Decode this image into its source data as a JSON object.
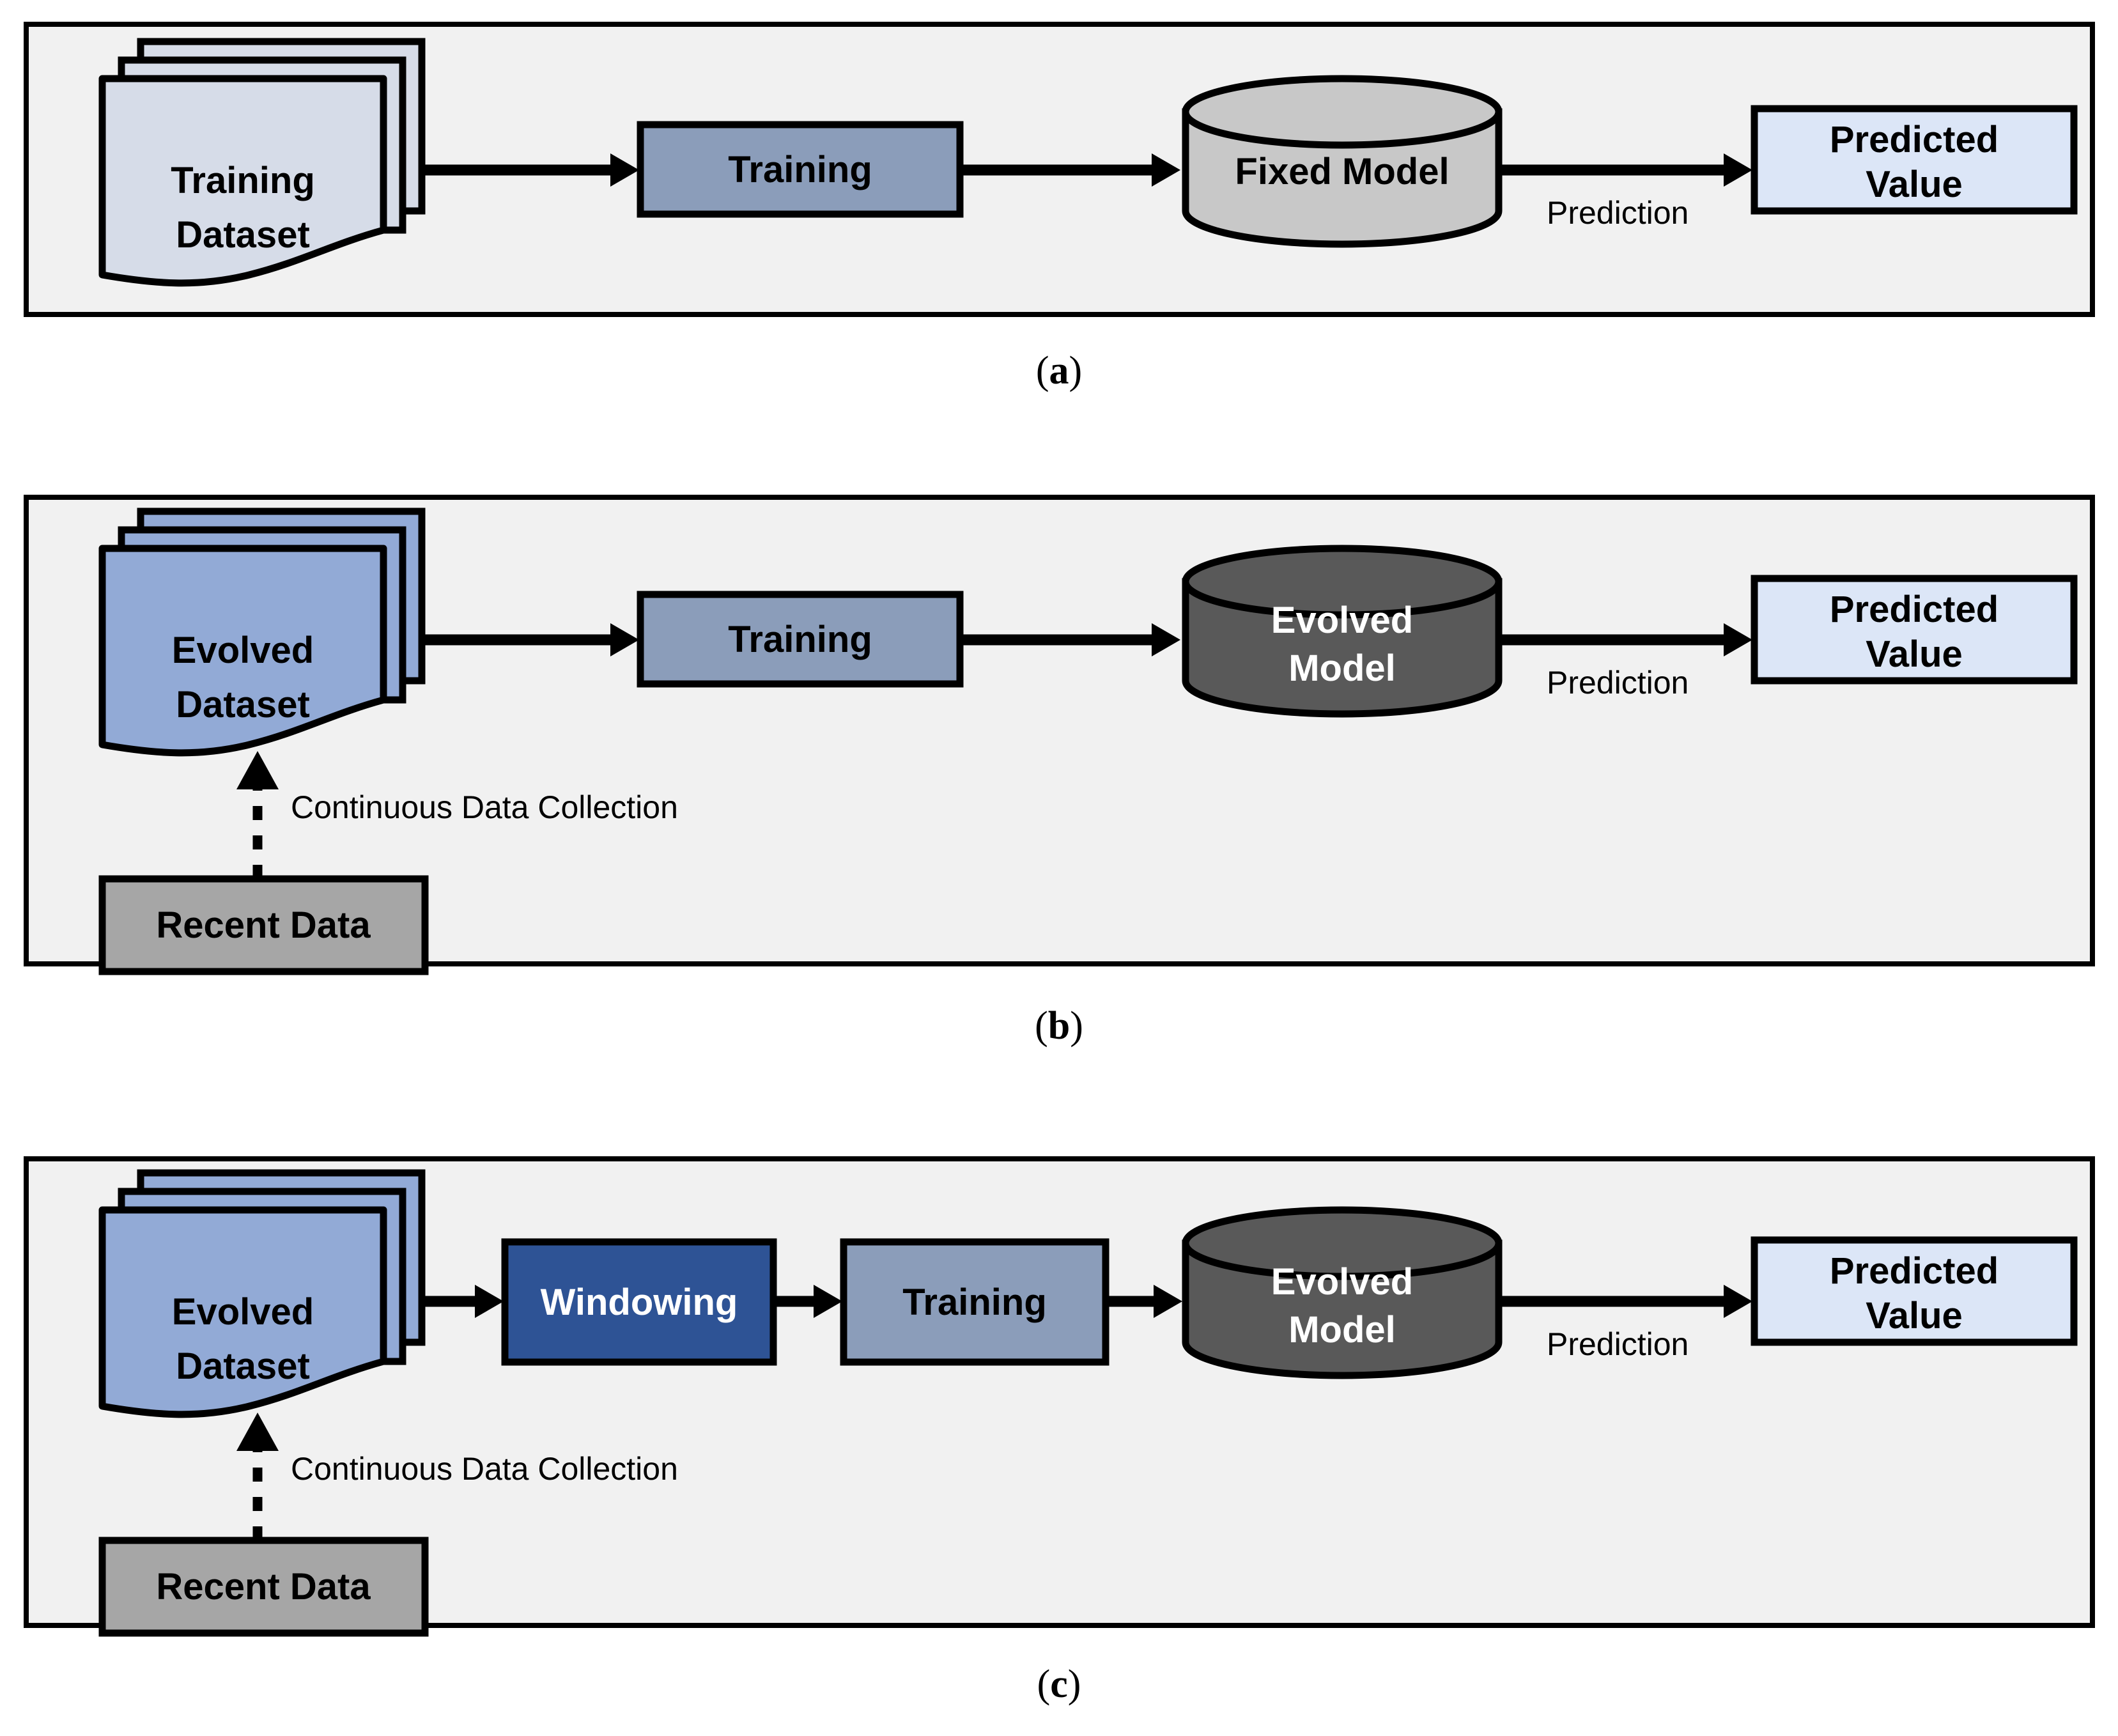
{
  "figure": {
    "background": "#ffffff",
    "panel_background": "#f1f1f1",
    "panel_border": "#000000"
  },
  "colors": {
    "training_dataset_fill": "#d6dce8",
    "evolved_dataset_fill": "#92aad6",
    "training_box_fill": "#8b9dba",
    "windowing_box_fill": "#2e5395",
    "fixed_model_fill": "#c8c8c8",
    "evolved_model_fill": "#595959",
    "predicted_value_fill": "#dce6f7",
    "recent_data_fill": "#a6a6a6",
    "stroke": "#000000",
    "text_dark": "#000000",
    "text_light": "#ffffff"
  },
  "panels": [
    {
      "id": "panel-a",
      "caption_prefix": "(",
      "caption_letter": "a",
      "caption_suffix": ")",
      "nodes": {
        "dataset": {
          "label_line1": "Training",
          "label_line2": "Dataset",
          "shape": "document-stack",
          "fill_key": "training_dataset_fill",
          "text_color": "dark"
        },
        "process": {
          "label": "Training",
          "shape": "rect",
          "fill_key": "training_box_fill",
          "text_color": "dark"
        },
        "model": {
          "label": "Fixed Model",
          "shape": "cylinder",
          "fill_key": "fixed_model_fill",
          "text_color": "dark"
        },
        "output": {
          "label_line1": "Predicted",
          "label_line2": "Value",
          "shape": "rect",
          "fill_key": "predicted_value_fill",
          "text_color": "dark"
        }
      },
      "edges": [
        {
          "from": "dataset",
          "to": "process",
          "label": "",
          "style": "solid"
        },
        {
          "from": "process",
          "to": "model",
          "label": "",
          "style": "solid"
        },
        {
          "from": "model",
          "to": "output",
          "label": "Prediction",
          "style": "solid"
        }
      ]
    },
    {
      "id": "panel-b",
      "caption_prefix": "(",
      "caption_letter": "b",
      "caption_suffix": ")",
      "nodes": {
        "dataset": {
          "label_line1": "Evolved",
          "label_line2": "Dataset",
          "shape": "document-stack",
          "fill_key": "evolved_dataset_fill",
          "text_color": "dark"
        },
        "process": {
          "label": "Training",
          "shape": "rect",
          "fill_key": "training_box_fill",
          "text_color": "dark"
        },
        "model": {
          "label_line1": "Evolved",
          "label_line2": "Model",
          "shape": "cylinder",
          "fill_key": "evolved_model_fill",
          "text_color": "light"
        },
        "output": {
          "label_line1": "Predicted",
          "label_line2": "Value",
          "shape": "rect",
          "fill_key": "predicted_value_fill",
          "text_color": "dark"
        },
        "source": {
          "label": "Recent Data",
          "shape": "rect",
          "fill_key": "recent_data_fill",
          "text_color": "dark"
        }
      },
      "edges": [
        {
          "from": "dataset",
          "to": "process",
          "label": "",
          "style": "solid"
        },
        {
          "from": "process",
          "to": "model",
          "label": "",
          "style": "solid"
        },
        {
          "from": "model",
          "to": "output",
          "label": "Prediction",
          "style": "solid"
        },
        {
          "from": "source",
          "to": "dataset",
          "label": "Continuous Data Collection",
          "style": "dotted"
        }
      ]
    },
    {
      "id": "panel-c",
      "caption_prefix": "(",
      "caption_letter": "c",
      "caption_suffix": ")",
      "nodes": {
        "dataset": {
          "label_line1": "Evolved",
          "label_line2": "Dataset",
          "shape": "document-stack",
          "fill_key": "evolved_dataset_fill",
          "text_color": "dark"
        },
        "windowing": {
          "label": "Windowing",
          "shape": "rect",
          "fill_key": "windowing_box_fill",
          "text_color": "light"
        },
        "process": {
          "label": "Training",
          "shape": "rect",
          "fill_key": "training_box_fill",
          "text_color": "dark"
        },
        "model": {
          "label_line1": "Evolved",
          "label_line2": "Model",
          "shape": "cylinder",
          "fill_key": "evolved_model_fill",
          "text_color": "light"
        },
        "output": {
          "label_line1": "Predicted",
          "label_line2": "Value",
          "shape": "rect",
          "fill_key": "predicted_value_fill",
          "text_color": "dark"
        },
        "source": {
          "label": "Recent Data",
          "shape": "rect",
          "fill_key": "recent_data_fill",
          "text_color": "dark"
        }
      },
      "edges": [
        {
          "from": "dataset",
          "to": "windowing",
          "label": "",
          "style": "solid"
        },
        {
          "from": "windowing",
          "to": "process",
          "label": "",
          "style": "solid"
        },
        {
          "from": "process",
          "to": "model",
          "label": "",
          "style": "solid"
        },
        {
          "from": "model",
          "to": "output",
          "label": "Prediction",
          "style": "solid"
        },
        {
          "from": "source",
          "to": "dataset",
          "label": "Continuous Data Collection",
          "style": "dotted"
        }
      ]
    }
  ]
}
